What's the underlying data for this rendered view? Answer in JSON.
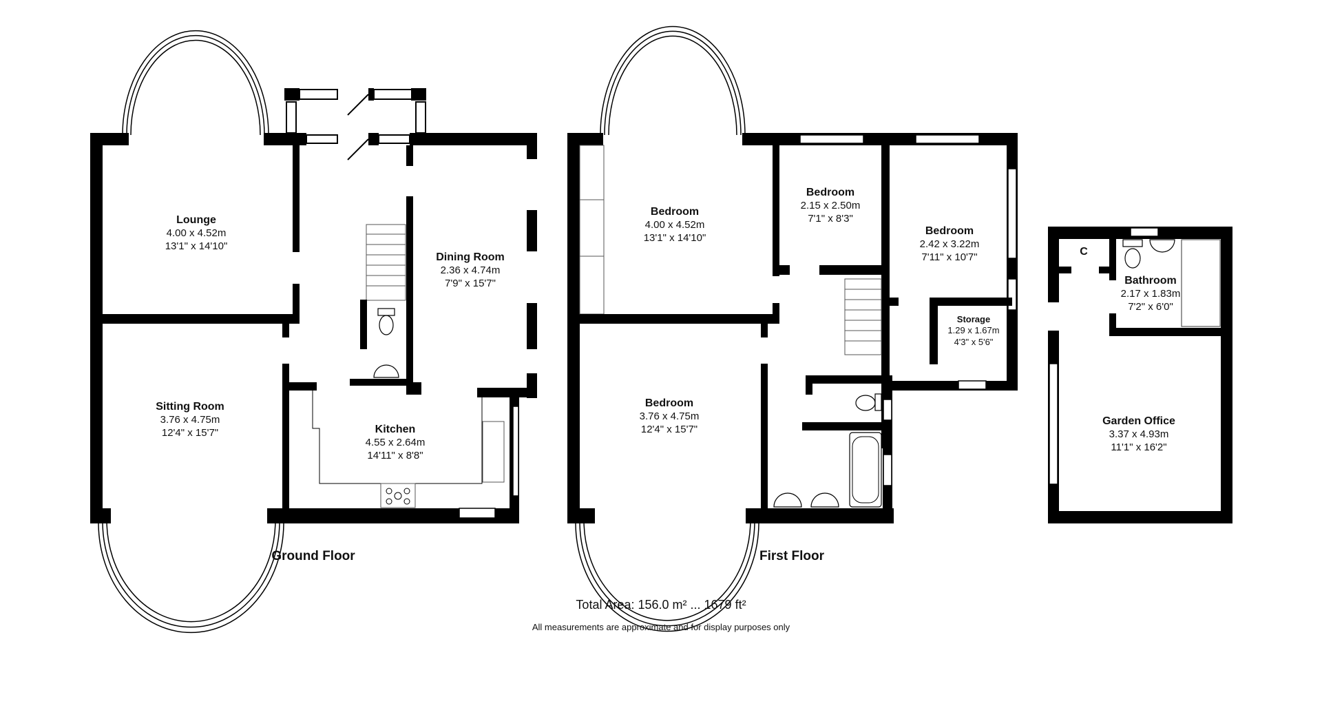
{
  "floors": [
    {
      "title": "Ground Floor",
      "rooms": [
        {
          "name": "Lounge",
          "metric": "4.00 x 4.52m",
          "imperial": "13'1\" x 14'10\""
        },
        {
          "name": "Sitting Room",
          "metric": "3.76 x 4.75m",
          "imperial": "12'4\" x 15'7\""
        },
        {
          "name": "Dining Room",
          "metric": "2.36 x 4.74m",
          "imperial": "7'9\" x 15'7\""
        },
        {
          "name": "Kitchen",
          "metric": "4.55 x 2.64m",
          "imperial": "14'11\" x 8'8\""
        }
      ]
    },
    {
      "title": "First Floor",
      "rooms": [
        {
          "name": "Bedroom",
          "metric": "4.00 x 4.52m",
          "imperial": "13'1\" x 14'10\""
        },
        {
          "name": "Bedroom",
          "metric": "2.15 x 2.50m",
          "imperial": "7'1\" x 8'3\""
        },
        {
          "name": "Bedroom",
          "metric": "2.42 x 3.22m",
          "imperial": "7'11\" x 10'7\""
        },
        {
          "name": "Storage",
          "metric": "1.29 x 1.67m",
          "imperial": "4'3\" x 5'6\""
        },
        {
          "name": "Bedroom",
          "metric": "3.76 x 4.75m",
          "imperial": "12'4\" x 15'7\""
        }
      ]
    },
    {
      "title": "",
      "rooms": [
        {
          "name": "C",
          "metric": "",
          "imperial": ""
        },
        {
          "name": "Bathroom",
          "metric": "2.17 x 1.83m",
          "imperial": "7'2\" x 6'0\""
        },
        {
          "name": "Garden Office",
          "metric": "3.37 x 4.93m",
          "imperial": "11'1\" x 16'2\""
        }
      ]
    }
  ],
  "summary": {
    "total_area": "Total Area: 156.0 m² ... 1679 ft²",
    "disclaimer": "All measurements are approximate and for display purposes only"
  },
  "colors": {
    "wall": "#000000",
    "background": "#ffffff",
    "fixture_line": "#555555"
  }
}
